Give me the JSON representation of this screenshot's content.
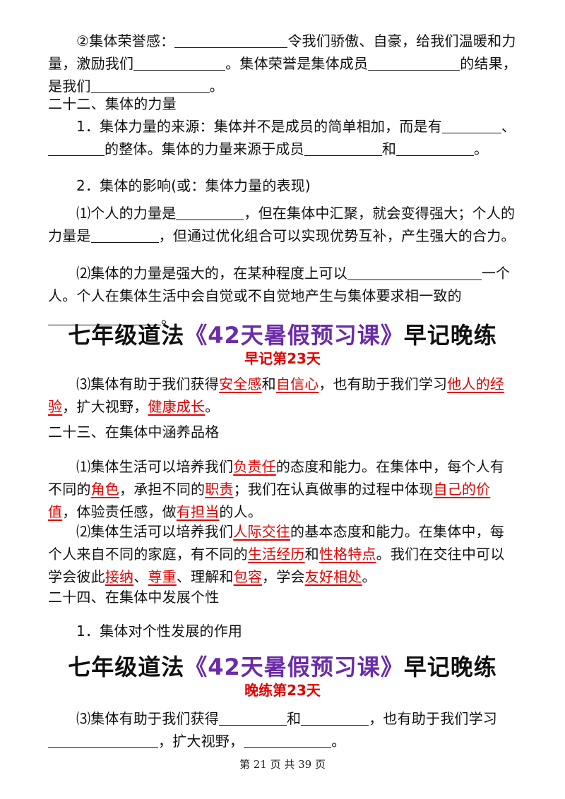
{
  "block1": {
    "l1a": "②集体荣誉感：",
    "l1b": "令我们骄傲、自豪，给我们温暖和力量，激励我们",
    "l1c": "。集体荣誉是集体成员",
    "l1d": "的结果，是我们",
    "l1e": "。"
  },
  "sec22": {
    "heading": "二十二、集体的力量"
  },
  "p1": {
    "a": "1．集体力量的来源：集体并不是成员的简单相加，而是有",
    "b": "、",
    "c": "的整体。集体的力量来源于成员",
    "d": "和",
    "e": "。"
  },
  "p2": {
    "text": "2．集体的影响(或：集体力量的表现)"
  },
  "p3": {
    "a": "⑴个人的力量是",
    "b": "，但在集体中汇聚，就会变得强大；个人的力量是",
    "c": "，但通过优化组合可以实现优势互补，产生强大的合力。"
  },
  "p4": {
    "a": "⑵集体的力量是强大的，在某种程度上可以",
    "b": "一个人。个人在集体生活中会自觉或不自觉地产生与集体要求相一致的",
    "c": "。"
  },
  "title1": {
    "pre": "七年级道法",
    "accent": "《42天暑假预习课》",
    "post": "早记晚练",
    "sub": "早记第23天"
  },
  "p5": {
    "a": "⑶集体有助于我们获得",
    "ans1": "安全感",
    "b": "和",
    "ans2": "自信心",
    "c": "，也有助于我们学习",
    "ans3": "他人的经验",
    "d": "，扩大视野，",
    "ans4": "健康成长",
    "e": "。"
  },
  "sec23": {
    "heading": "二十三、在集体中涵养品格"
  },
  "p6": {
    "a": "⑴集体生活可以培养我们",
    "ans1": "负责任",
    "b": "的态度和能力。在集体中，每个人有不同的",
    "ans2": "角色",
    "c": "，承担不同的",
    "ans3": "职责",
    "d": "；我们在认真做事的过程中体现",
    "ans4": "自己的价值",
    "e": "，体验责任感，做",
    "ans5": "有担当",
    "f": "的人。"
  },
  "p7": {
    "a": "⑵集体生活可以培养我们",
    "ans1": "人际交往",
    "b": "的基本态度和能力。在集体中，每个人来自不同的家庭，有不同的",
    "ans2": "生活经历",
    "c": "和",
    "ans3": "性格特点",
    "d": "。我们在交往中可以学会彼此",
    "ans4": "接纳",
    "e": "、",
    "ans5": "尊重",
    "f": "、理解和",
    "ans6": "包容",
    "g": "，学会",
    "ans7": "友好相处",
    "h": "。"
  },
  "sec24": {
    "heading": "二十四、在集体中发展个性"
  },
  "p8": {
    "text": "1．集体对个性发展的作用"
  },
  "title2": {
    "pre": "七年级道法",
    "accent": "《42天暑假预习课》",
    "post": "早记晚练",
    "sub": "晚练第23天"
  },
  "p9": {
    "a": "⑶集体有助于我们获得",
    "b": "和",
    "c": "，也有助于我们学习",
    "d": "，扩大视野，",
    "e": "。"
  },
  "footer": {
    "text": "第 21 页 共 39 页"
  }
}
